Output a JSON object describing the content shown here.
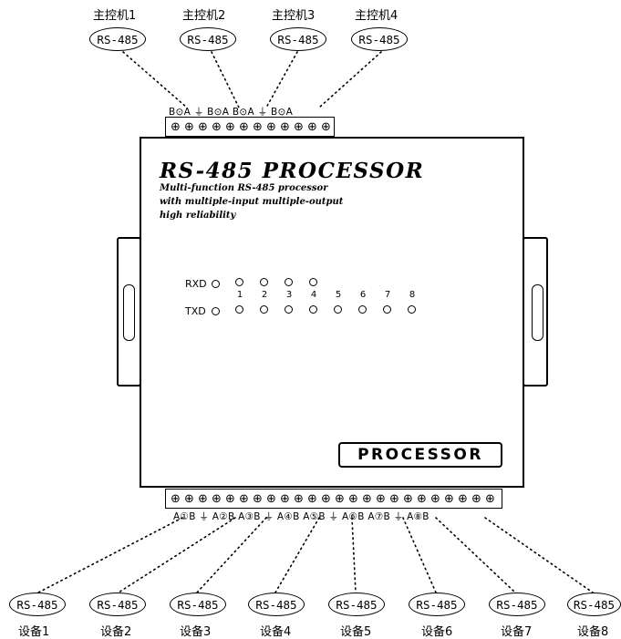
{
  "hosts": [
    {
      "label": "主控机1",
      "port": "RS-485"
    },
    {
      "label": "主控机2",
      "port": "RS-485"
    },
    {
      "label": "主控机3",
      "port": "RS-485"
    },
    {
      "label": "主控机4",
      "port": "RS-485"
    }
  ],
  "top_terminal_labels": "B⊙A ⏚ B⊙A B⊙A ⏚ B⊙A",
  "device": {
    "title": "RS-485 PROCESSOR",
    "subtitle_lines": [
      "Multi-function RS-485 processor",
      "with multiple-input multiple-output",
      "high reliability"
    ],
    "rxd_label": "RXD",
    "txd_label": "TXD",
    "channel_numbers": [
      "1",
      "2",
      "3",
      "4",
      "5",
      "6",
      "7",
      "8"
    ],
    "badge": "PROCESSOR"
  },
  "bottom_terminal_labels": "A①B ⏚ A②B A③B ⏚ A④B A⑤B ⏚ A⑥B A⑦B ⏚ A⑧B",
  "devices": [
    {
      "label": "设备1",
      "port": "RS-485"
    },
    {
      "label": "设备2",
      "port": "RS-485"
    },
    {
      "label": "设备3",
      "port": "RS-485"
    },
    {
      "label": "设备4",
      "port": "RS-485"
    },
    {
      "label": "设备5",
      "port": "RS-485"
    },
    {
      "label": "设备6",
      "port": "RS-485"
    },
    {
      "label": "设备7",
      "port": "RS-485"
    },
    {
      "label": "设备8",
      "port": "RS-485"
    }
  ]
}
